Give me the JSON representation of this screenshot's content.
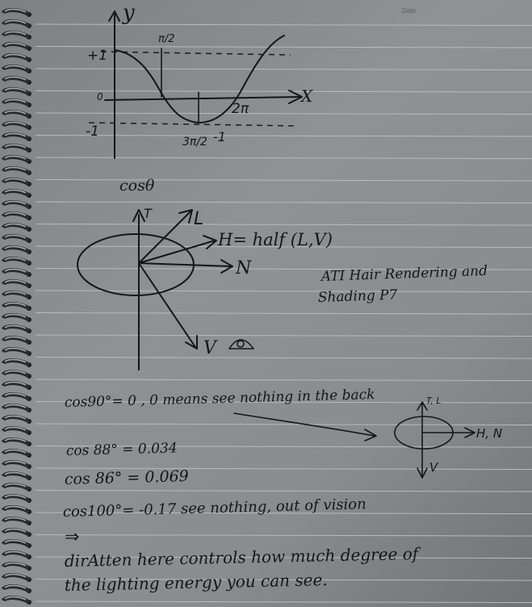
{
  "header": {
    "date_label": "Date"
  },
  "graph": {
    "y_axis_label": "y",
    "x_axis_label": "X",
    "ticks": {
      "one": "+1",
      "zero": "0",
      "neg_one": "-1",
      "pi_over_2": "π/2",
      "three_pi_over_2": "3π/2",
      "three_pi_neg_one": "-1",
      "two_pi": "2π"
    },
    "caption": "cosθ"
  },
  "vector_diagram": {
    "T_label": "T",
    "L_label": "L",
    "H_label": "H= half (L,V)",
    "N_label": "N",
    "V_label": "V"
  },
  "note": {
    "line1": "ATI Hair Rendering and",
    "line2": "Shading P7"
  },
  "statements": {
    "cos90": "cos90°= 0 , 0 means see nothing in the back",
    "small_T_L": "T, L",
    "small_H_N": "H, N",
    "small_V": "V",
    "cos88": "cos 88° = 0.034",
    "cos86": "cos 86° = 0.069",
    "cos100": "cos100°= -0.17 see nothing, out of vision",
    "implies": "⇒",
    "conclusion1": "dirAtten here controls how much degree of",
    "conclusion2": "the lighting energy you can see."
  }
}
